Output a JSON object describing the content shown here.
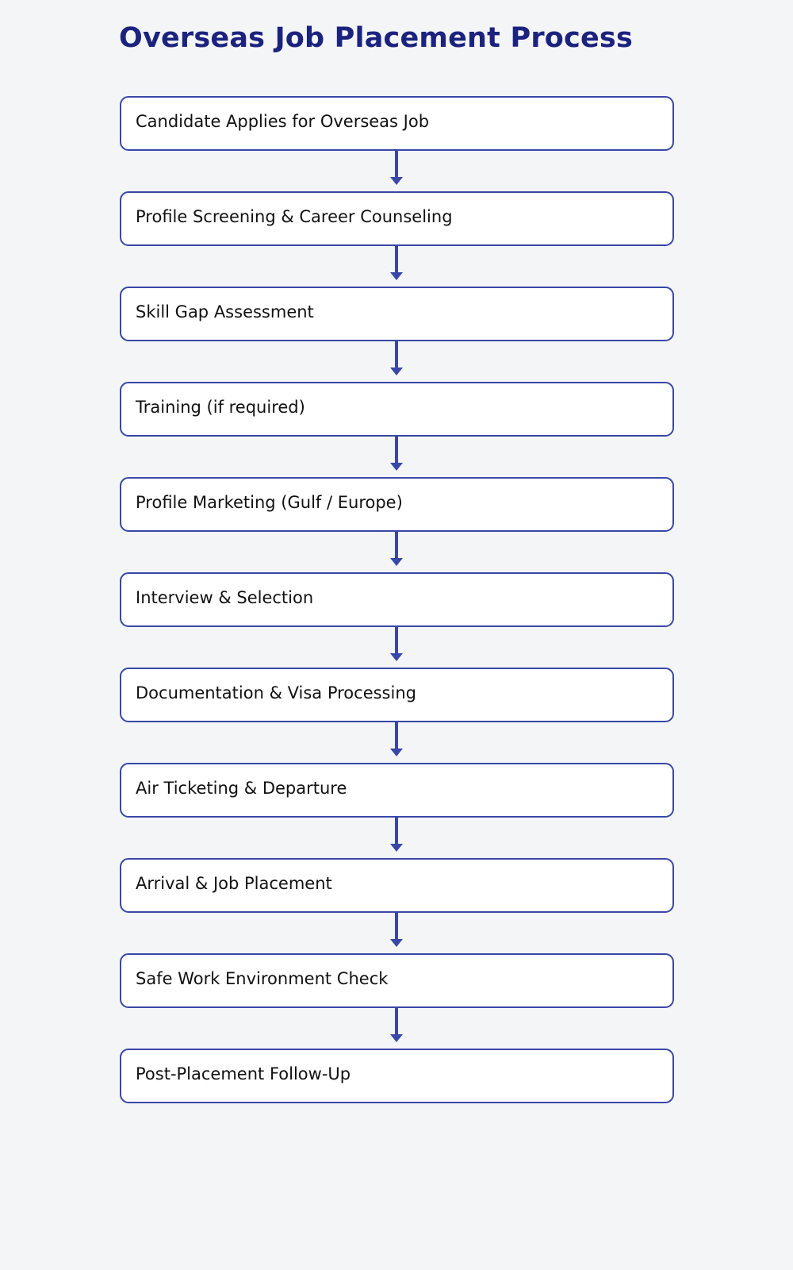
{
  "diagram": {
    "title": "Overseas Job Placement Process",
    "steps": [
      {
        "label": "Candidate Applies for Overseas Job"
      },
      {
        "label": "Profile Screening & Career Counseling"
      },
      {
        "label": "Skill Gap Assessment"
      },
      {
        "label": "Training (if required)"
      },
      {
        "label": "Profile Marketing (Gulf / Europe)"
      },
      {
        "label": "Interview & Selection"
      },
      {
        "label": "Documentation & Visa Processing"
      },
      {
        "label": "Air Ticketing & Departure"
      },
      {
        "label": "Arrival & Job Placement"
      },
      {
        "label": "Safe Work Environment Check"
      },
      {
        "label": "Post-Placement Follow-Up"
      }
    ],
    "colors": {
      "title": "#1b237e",
      "box_border": "#3947a6",
      "box_fill": "#ffffff",
      "arrow": "#3947a6",
      "background": "#f4f5f7"
    }
  }
}
